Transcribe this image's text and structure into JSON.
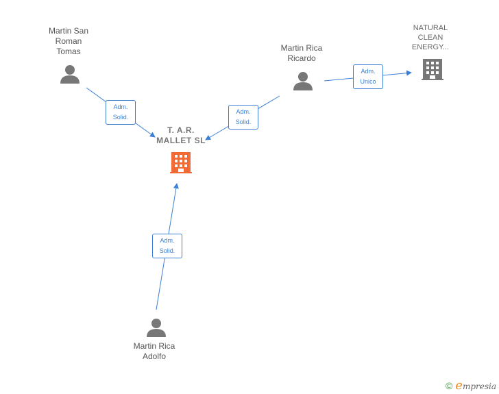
{
  "nodes": {
    "main_company": {
      "lines": [
        "T. A.R.",
        "MALLET SL"
      ]
    },
    "natural_clean": {
      "lines": [
        "NATURAL",
        "CLEAN",
        "ENERGY..."
      ]
    },
    "san_roman": {
      "lines": [
        "Martin San",
        "Roman",
        "Tomas"
      ]
    },
    "rica_ricardo": {
      "lines": [
        "Martin Rica",
        "Ricardo"
      ]
    },
    "rica_adolfo": {
      "lines": [
        "Martin Rica",
        "Adolfo"
      ]
    }
  },
  "edges": {
    "san_roman_to_main": [
      "Adm.",
      "Solid."
    ],
    "ricardo_to_main": [
      "Adm.",
      "Solid."
    ],
    "ricardo_to_natural": [
      "Adm.",
      "Unico"
    ],
    "adolfo_to_main": [
      "Adm.",
      "Solid."
    ]
  },
  "footer": {
    "copyright_symbol": "©",
    "brand_initial": "e",
    "brand_rest": "mpresia"
  },
  "colors": {
    "edge": "#3a7fd5",
    "main_company": "#f26a36",
    "company": "#777777",
    "person": "#777777"
  }
}
